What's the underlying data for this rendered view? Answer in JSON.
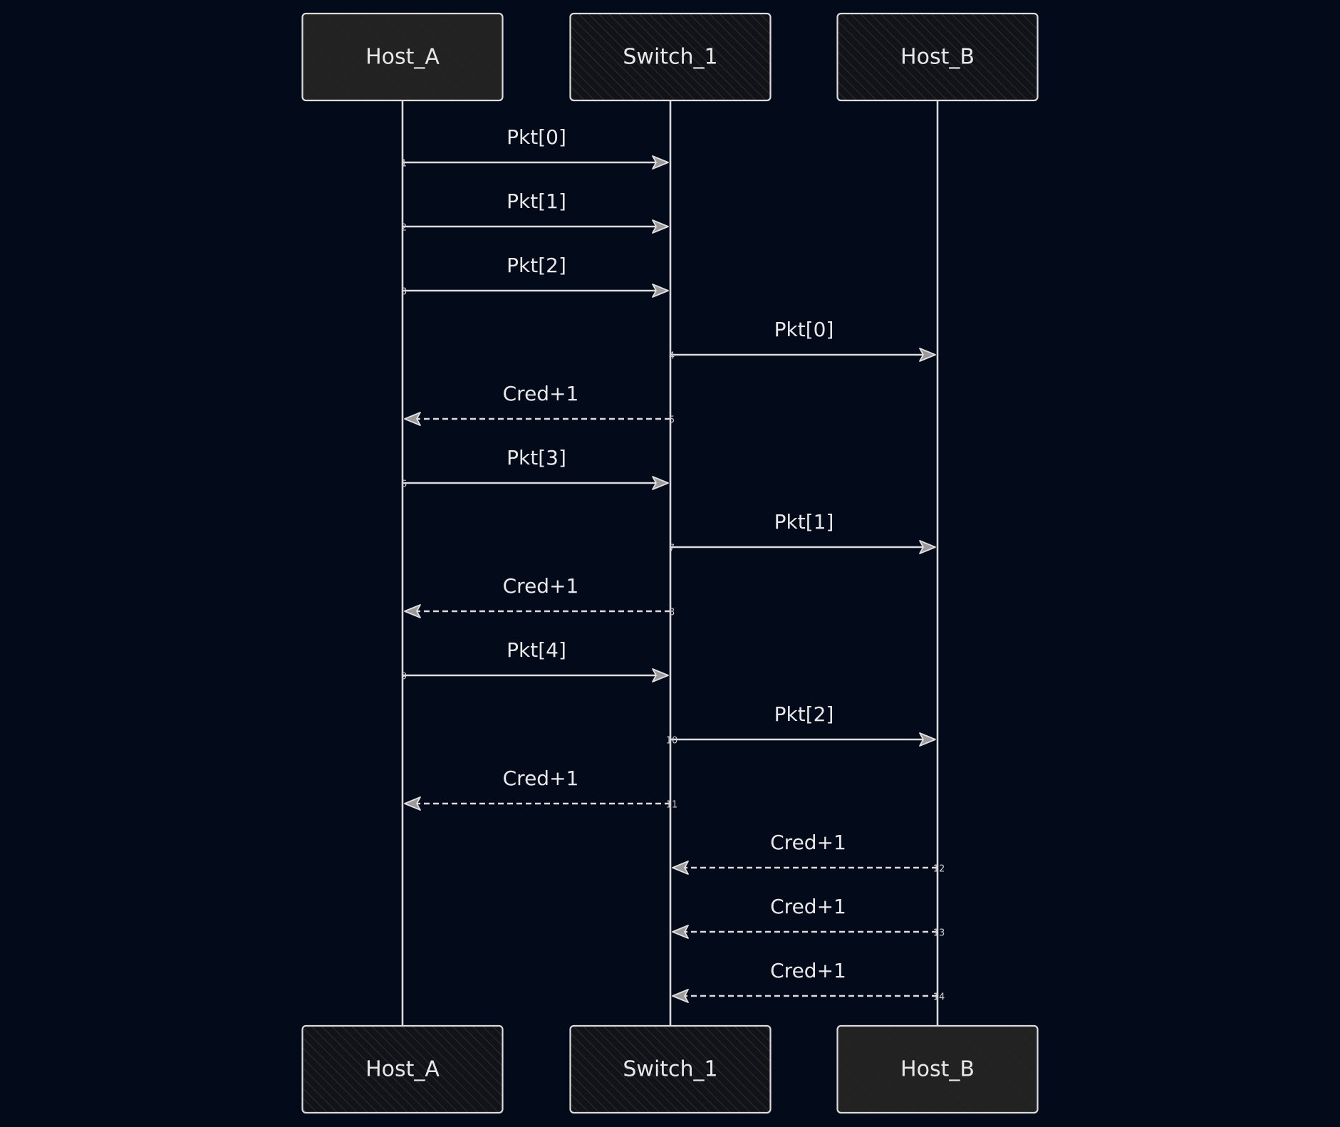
{
  "colors": {
    "background": "#030a1a",
    "stroke": "#dcdcdc",
    "text": "#e8e8e8",
    "box_fill_solid": "#222222",
    "box_fill_hatched": "#121318"
  },
  "participants": [
    {
      "id": "host_a",
      "label": "Host_A"
    },
    {
      "id": "switch_1",
      "label": "Switch_1"
    },
    {
      "id": "host_b",
      "label": "Host_B"
    }
  ],
  "messages": [
    {
      "seq": "1",
      "from": "host_a",
      "to": "switch_1",
      "label": "Pkt[0]",
      "style": "solid"
    },
    {
      "seq": "2",
      "from": "host_a",
      "to": "switch_1",
      "label": "Pkt[1]",
      "style": "solid"
    },
    {
      "seq": "3",
      "from": "host_a",
      "to": "switch_1",
      "label": "Pkt[2]",
      "style": "solid"
    },
    {
      "seq": "4",
      "from": "switch_1",
      "to": "host_b",
      "label": "Pkt[0]",
      "style": "solid"
    },
    {
      "seq": "5",
      "from": "switch_1",
      "to": "host_a",
      "label": "Cred+1",
      "style": "dashed"
    },
    {
      "seq": "6",
      "from": "host_a",
      "to": "switch_1",
      "label": "Pkt[3]",
      "style": "solid"
    },
    {
      "seq": "7",
      "from": "switch_1",
      "to": "host_b",
      "label": "Pkt[1]",
      "style": "solid"
    },
    {
      "seq": "8",
      "from": "switch_1",
      "to": "host_a",
      "label": "Cred+1",
      "style": "dashed"
    },
    {
      "seq": "9",
      "from": "host_a",
      "to": "switch_1",
      "label": "Pkt[4]",
      "style": "solid"
    },
    {
      "seq": "10",
      "from": "switch_1",
      "to": "host_b",
      "label": "Pkt[2]",
      "style": "solid"
    },
    {
      "seq": "11",
      "from": "switch_1",
      "to": "host_a",
      "label": "Cred+1",
      "style": "dashed"
    },
    {
      "seq": "12",
      "from": "host_b",
      "to": "switch_1",
      "label": "Cred+1",
      "style": "dashed"
    },
    {
      "seq": "13",
      "from": "host_b",
      "to": "switch_1",
      "label": "Cred+1",
      "style": "dashed"
    },
    {
      "seq": "14",
      "from": "host_b",
      "to": "switch_1",
      "label": "Cred+1",
      "style": "dashed"
    }
  ]
}
